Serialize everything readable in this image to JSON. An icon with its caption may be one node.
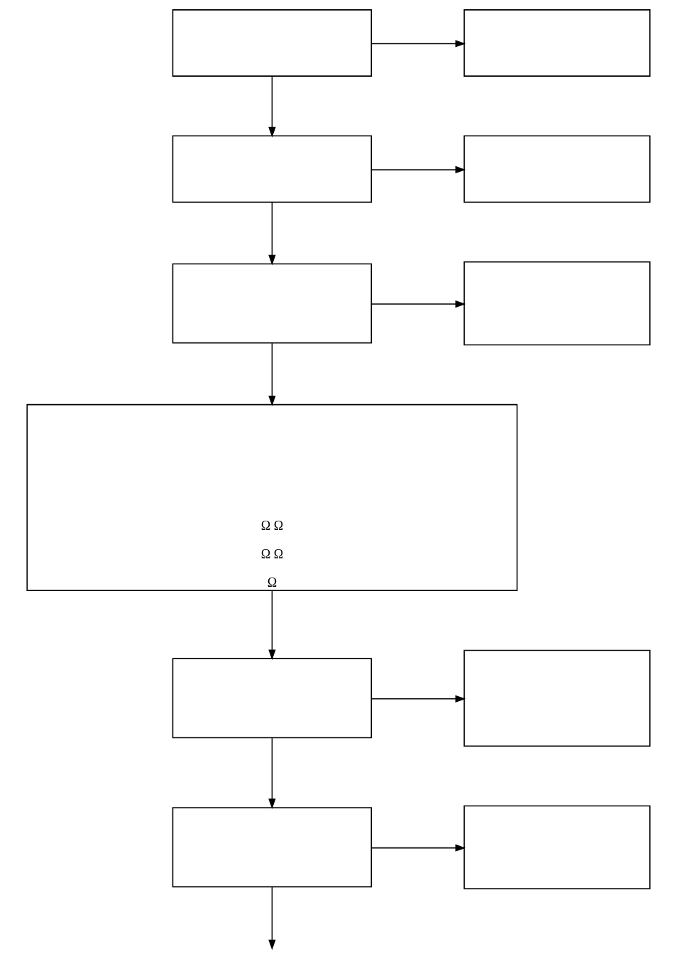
{
  "diagram": {
    "nodes": [
      {
        "text": [],
        "shape": "box"
      },
      {
        "text": [],
        "shape": "box"
      },
      {
        "text": [],
        "shape": "box"
      },
      {
        "text": [],
        "shape": "box"
      },
      {
        "text": [],
        "shape": "box"
      },
      {
        "text": [],
        "shape": "box"
      },
      {
        "text": [
          "Ω Ω",
          "Ω Ω",
          "Ω"
        ]
      },
      {
        "text": [],
        "shape": "box"
      },
      {
        "text": [],
        "shape": "box"
      },
      {
        "text": [],
        "shape": "box"
      },
      {
        "text": [],
        "shape": "box"
      }
    ],
    "edges": [
      {
        "from": 0,
        "to": 1,
        "arrow": "to"
      },
      {
        "from": 0,
        "to": 2,
        "arrow": "to"
      },
      {
        "from": 2,
        "to": 3,
        "arrow": "to"
      },
      {
        "from": 2,
        "to": 4,
        "arrow": "to"
      },
      {
        "from": 4,
        "to": 5,
        "arrow": "to"
      },
      {
        "from": 4,
        "to": 6,
        "arrow": "to"
      },
      {
        "from": 6,
        "to": 7,
        "arrow": "to"
      },
      {
        "from": 7,
        "to": 8,
        "arrow": "to"
      },
      {
        "from": 7,
        "to": 9,
        "arrow": "to"
      },
      {
        "from": 9,
        "to": 10,
        "arrow": "to"
      },
      {
        "from": 9,
        "to": null,
        "arrow": "to"
      }
    ]
  }
}
